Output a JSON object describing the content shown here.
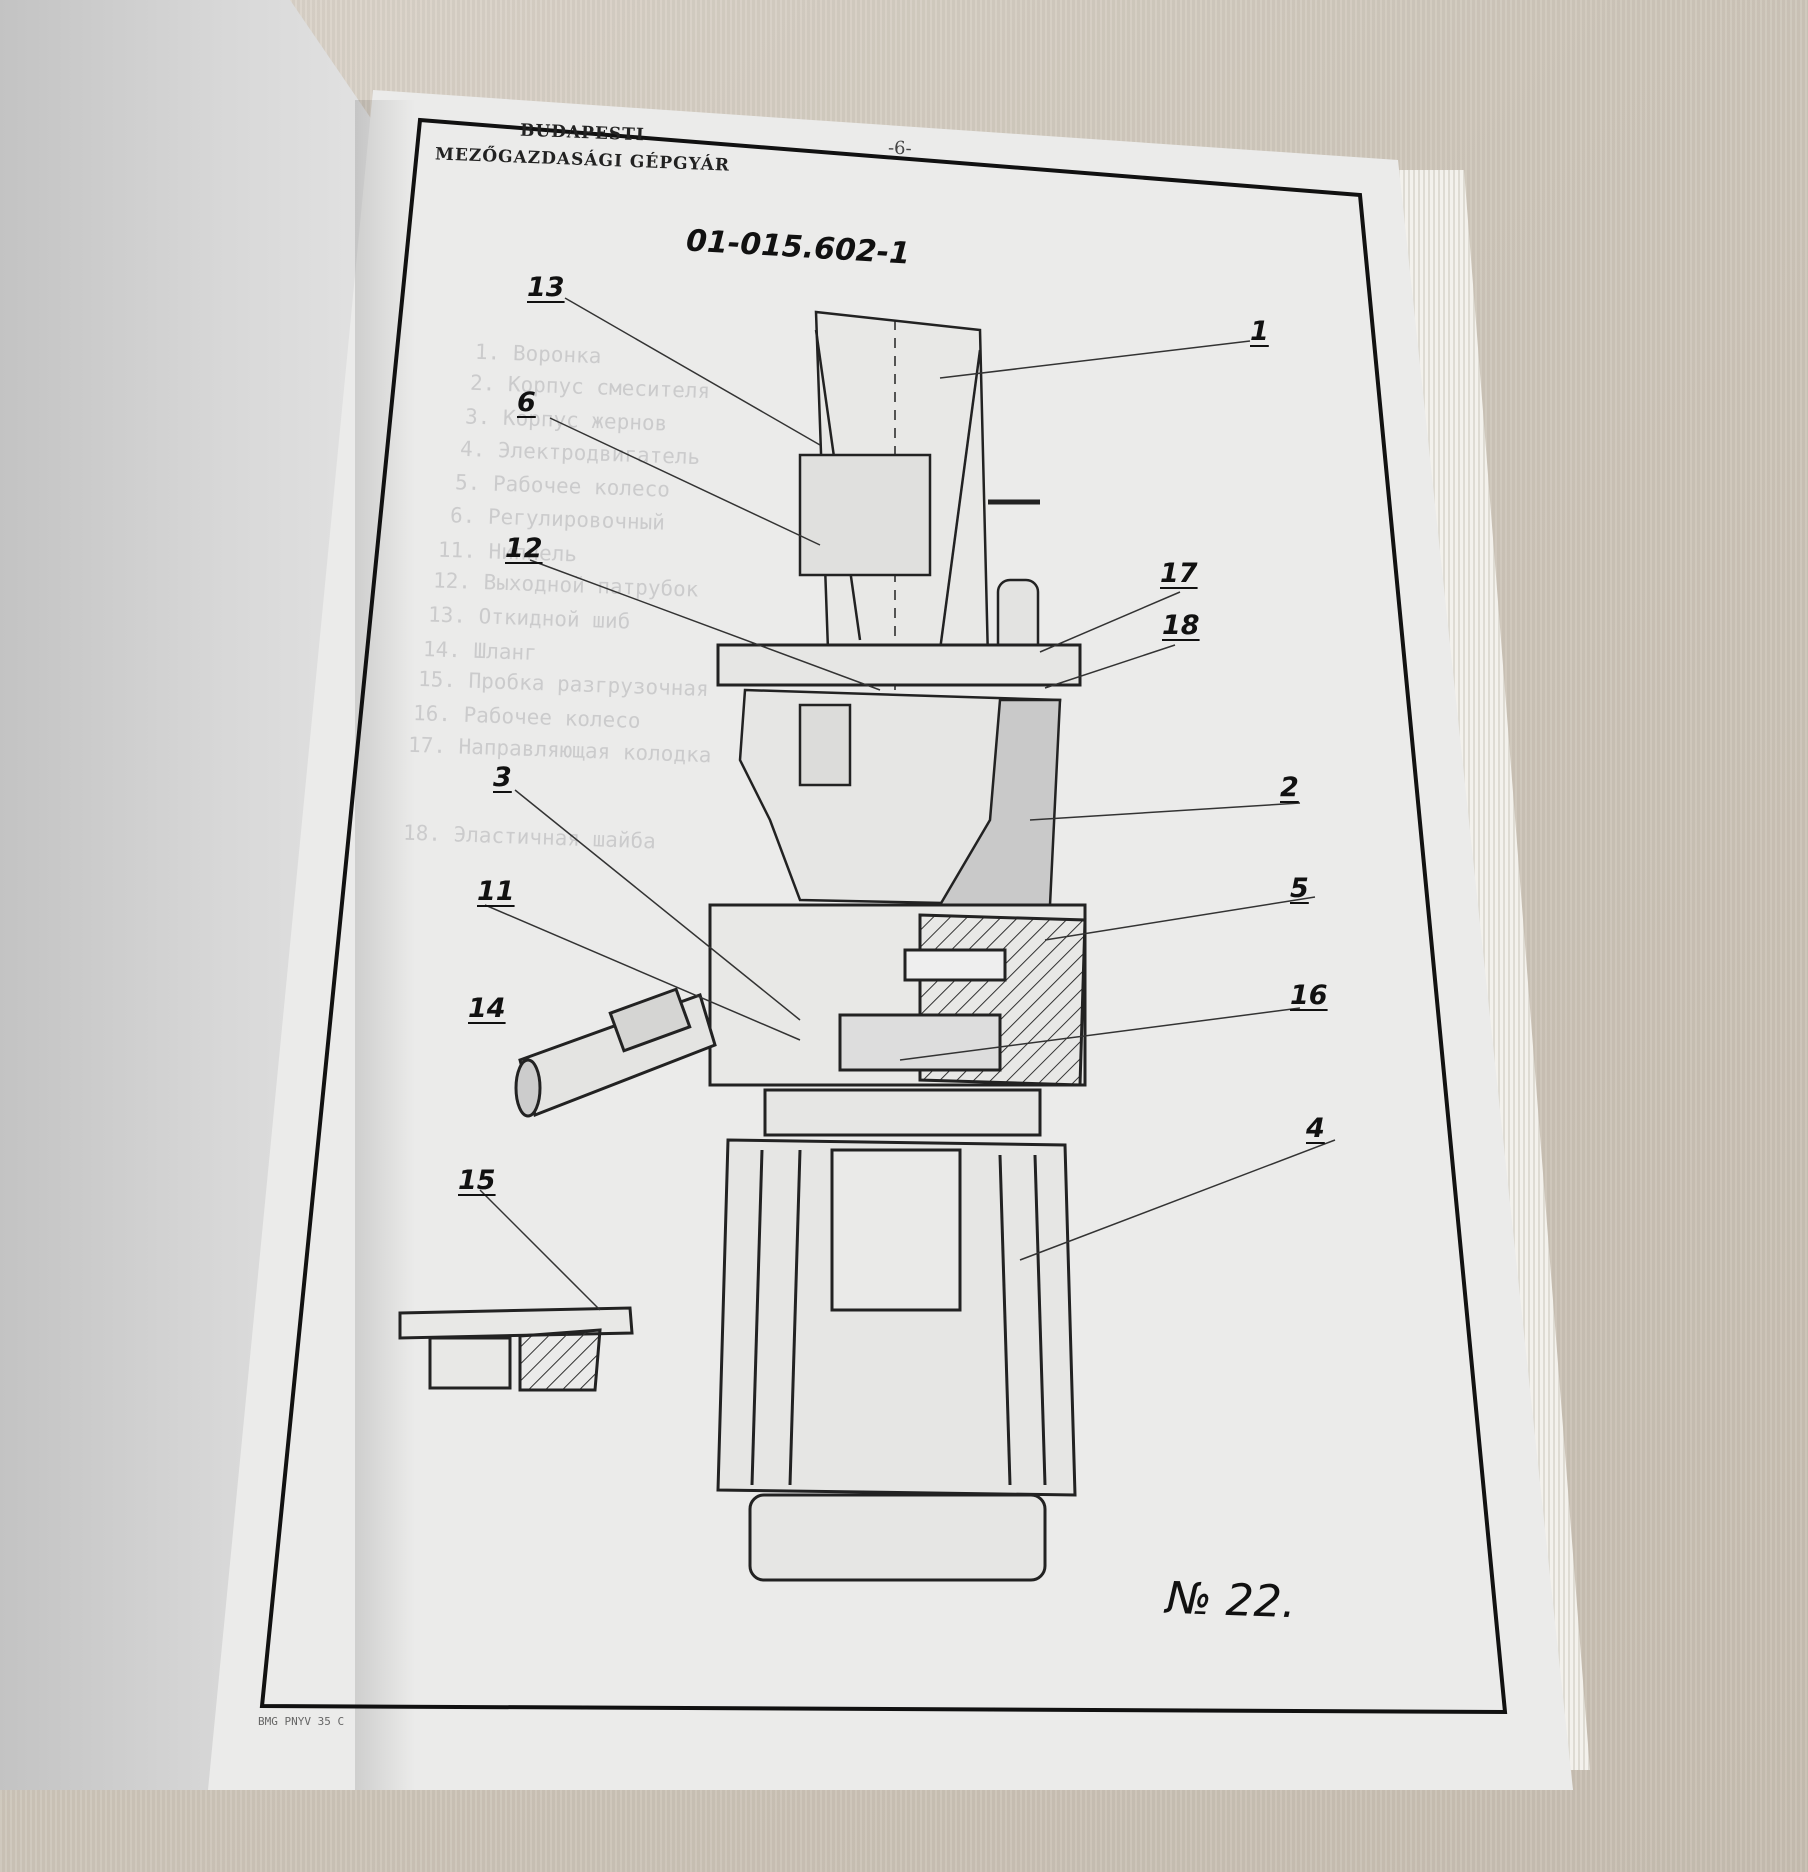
{
  "header": {
    "company_line1": "BUDAPESTI",
    "company_line2": "MEZŐGAZDASÁGI GÉPGYÁR",
    "page_number": "-6-"
  },
  "drawing": {
    "number": "01-015.602-1",
    "sheet_label": "№ 22."
  },
  "callouts": [
    "1",
    "2",
    "3",
    "4",
    "5",
    "6",
    "11",
    "12",
    "13",
    "14",
    "15",
    "16",
    "17",
    "18"
  ],
  "bleed_through_text": [
    "1. Воронка",
    "2. Корпус смесителя",
    "3. Корпус жернов",
    "4. Электродвигатель",
    "5. Рабочее колесо",
    "6. Регулировочный",
    "11. Ниппель",
    "12. Выходной патрубок",
    "13. Откидной шиб",
    "14. Шланг",
    "15. Пробка разгрузочная",
    "16. Рабочее колесо",
    "17. Направляющая колодка",
    "18. Эластичная шайба"
  ],
  "footer": {
    "code": "BMG PNYV 35 C"
  }
}
